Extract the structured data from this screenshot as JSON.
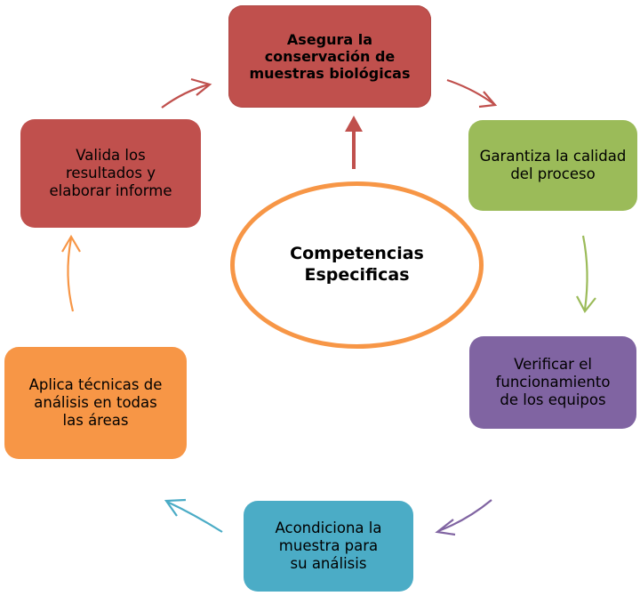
{
  "center": {
    "label": "Competencias\nEspecificas",
    "border_color": "#f79646"
  },
  "nodes": {
    "top": {
      "label": "Asegura la\nconservación de\nmuestras biológicas",
      "color": "#c0504d"
    },
    "right_top": {
      "label": "Garantiza la  calidad\ndel proceso",
      "color": "#9bbb59"
    },
    "right_bottom": {
      "label": "Verificar el\nfuncionamiento\nde  los equipos",
      "color": "#8064a2"
    },
    "bottom": {
      "label": "Acondiciona la\nmuestra para\nsu  análisis",
      "color": "#4bacc6"
    },
    "left_bottom": {
      "label": "Aplica técnicas de\nanálisis en todas\nlas áreas",
      "color": "#f79646"
    },
    "left_top": {
      "label": "Valida los\nresultados y\nelaborar informe",
      "color": "#c0504d"
    }
  },
  "arrows": {
    "top_to_right_top": "#c0504d",
    "right_top_to_right_bottom": "#9bbb59",
    "right_bottom_to_bottom": "#8064a2",
    "bottom_to_left_bottom": "#4bacc6",
    "left_bottom_to_left_top": "#f79646",
    "left_top_to_top": "#c0504d",
    "center_to_top": "#c0504d"
  }
}
